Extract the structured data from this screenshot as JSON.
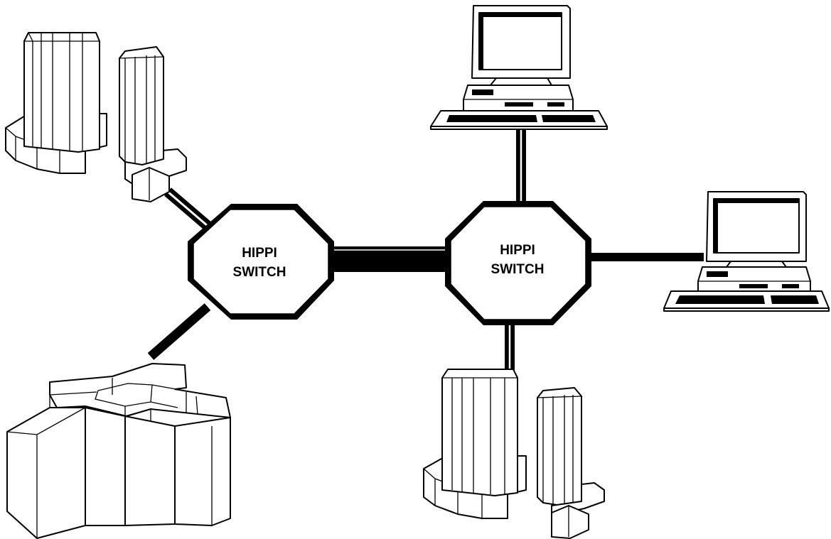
{
  "switches": [
    {
      "line1": "HIPPI",
      "line2": "SWITCH"
    },
    {
      "line1": "HIPPI",
      "line2": "SWITCH"
    }
  ],
  "devices": [
    {
      "kind": "supercomputer",
      "icon": "cray-supercomputer-icon"
    },
    {
      "kind": "massively-parallel-computer",
      "icon": "cross-shaped-parallel-computer-icon"
    },
    {
      "kind": "workstation",
      "icon": "workstation-icon"
    },
    {
      "kind": "workstation",
      "icon": "workstation-icon"
    },
    {
      "kind": "supercomputer",
      "icon": "cray-supercomputer-icon"
    }
  ],
  "colors": {
    "line": "#000000",
    "fill": "#ffffff"
  }
}
